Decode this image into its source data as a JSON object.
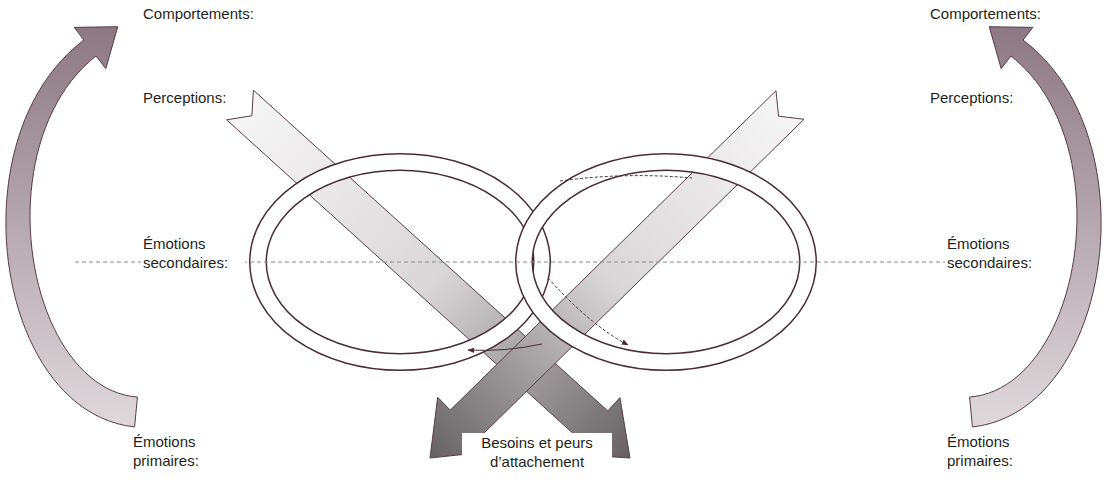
{
  "diagram": {
    "labels": [
      "Comportements:",
      "Comportements:",
      "Perceptions:",
      "Perceptions:",
      "Émotions secondaires:",
      "Émotions secondaires:",
      "Émotions primaires:",
      "Besoins et peurs d’attachement",
      "Émotions primaires:"
    ]
  }
}
